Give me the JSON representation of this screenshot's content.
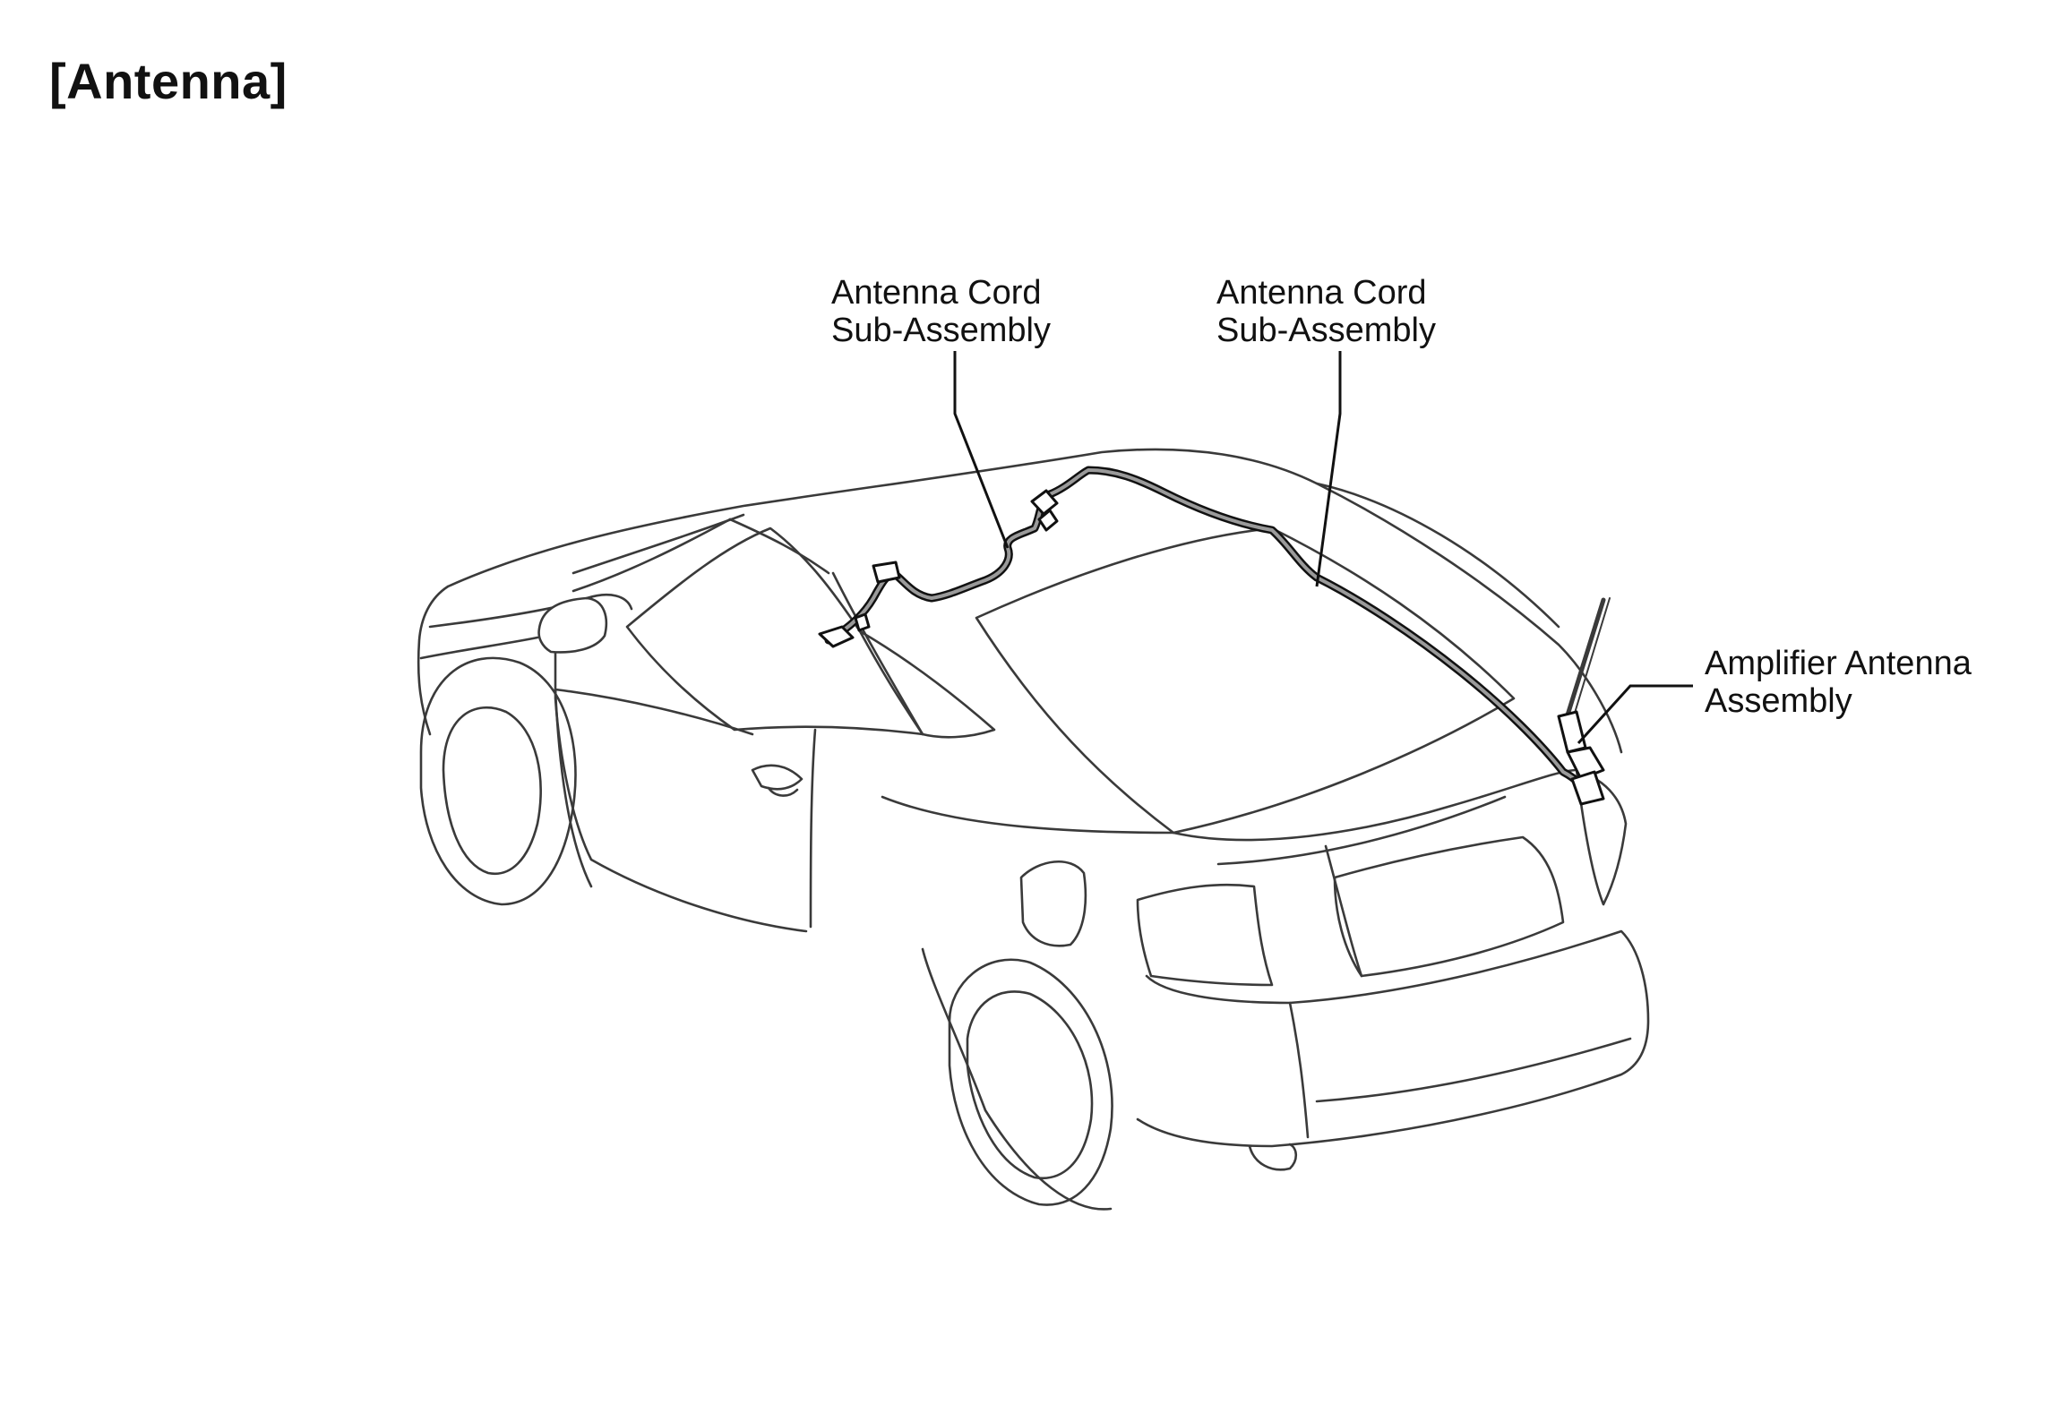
{
  "title": "[Antenna]",
  "labels": {
    "cord_front": {
      "line1": "Antenna Cord",
      "line2": "Sub-Assembly"
    },
    "cord_rear": {
      "line1": "Antenna Cord",
      "line2": "Sub-Assembly"
    },
    "amplifier": {
      "line1": "Amplifier Antenna",
      "line2": "Assembly"
    }
  },
  "colors": {
    "line": "#3a3a3a",
    "text": "#111111",
    "background": "#ffffff"
  }
}
